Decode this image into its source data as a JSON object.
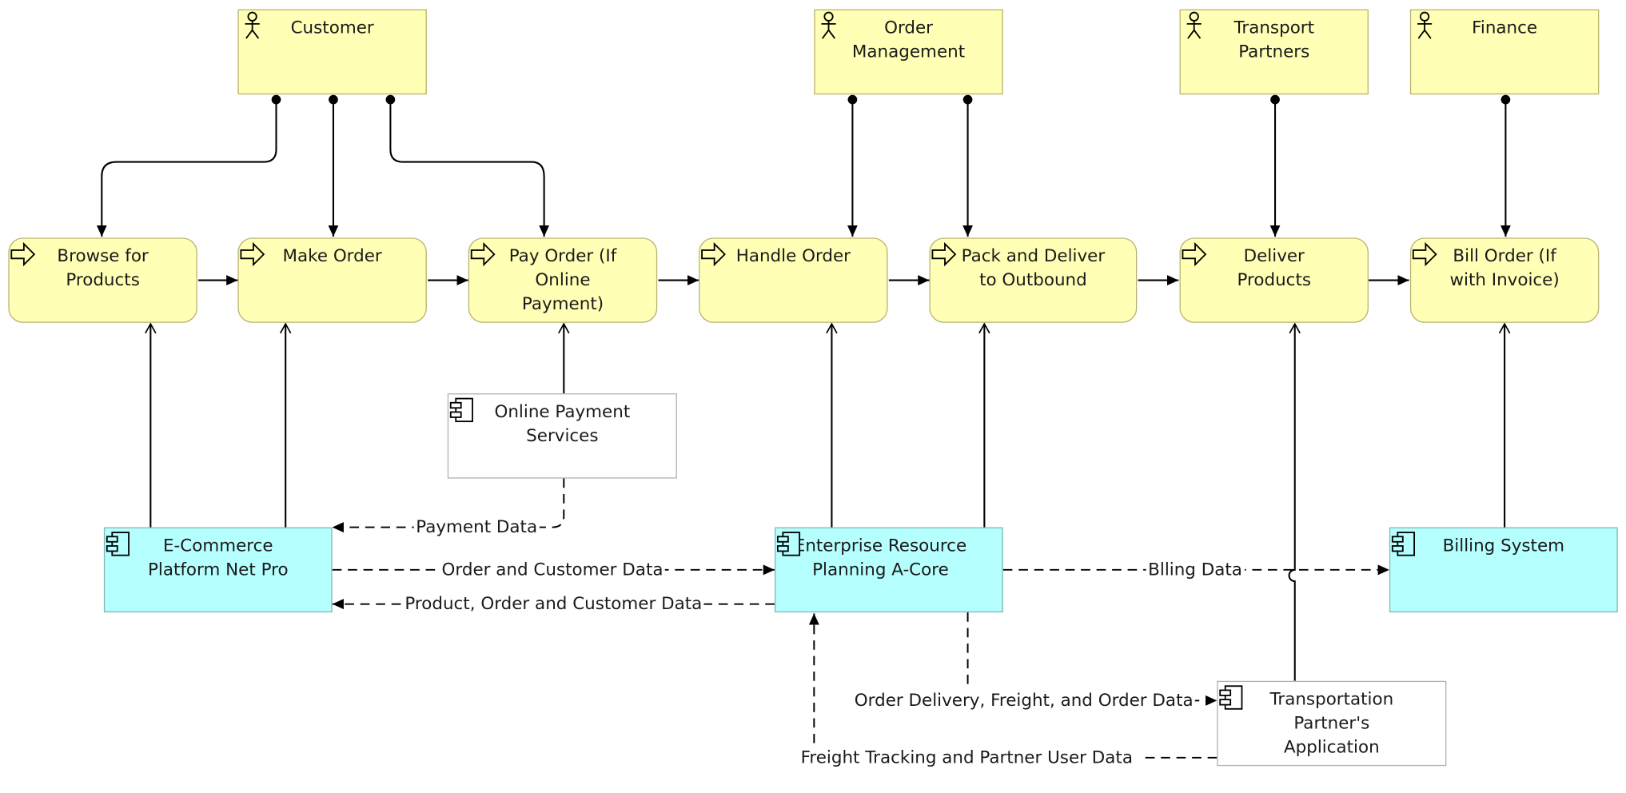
{
  "actors": {
    "customer": "Customer",
    "order_management": "Order\nManagement",
    "transport_partners": "Transport\nPartners",
    "finance": "Finance"
  },
  "processes": {
    "browse": "Browse for\nProducts",
    "make_order": "Make Order",
    "pay_order": "Pay Order (If\nOnline\nPayment)",
    "handle_order": "Handle Order",
    "pack_deliver": "Pack and Deliver\nto Outbound",
    "deliver_products": "Deliver\nProducts",
    "bill_order": "Bill Order (If\nwith Invoice)"
  },
  "applications": {
    "online_payment": "Online Payment\nServices",
    "ecommerce": "E-Commerce\nPlatform Net Pro",
    "erp": "Enterprise Resource\nPlanning A-Core",
    "billing": "Billing System",
    "transport_app": "Transportation\nPartner's\nApplication"
  },
  "flows": {
    "payment_data": "Payment Data",
    "order_customer_data": "Order and Customer Data",
    "product_order_customer_data": "Product, Order and Customer Data",
    "billing_data": "Blling Data",
    "order_delivery_data": "Order Delivery, Freight, and Order Data",
    "freight_tracking_data": "Freight Tracking and Partner User Data"
  }
}
